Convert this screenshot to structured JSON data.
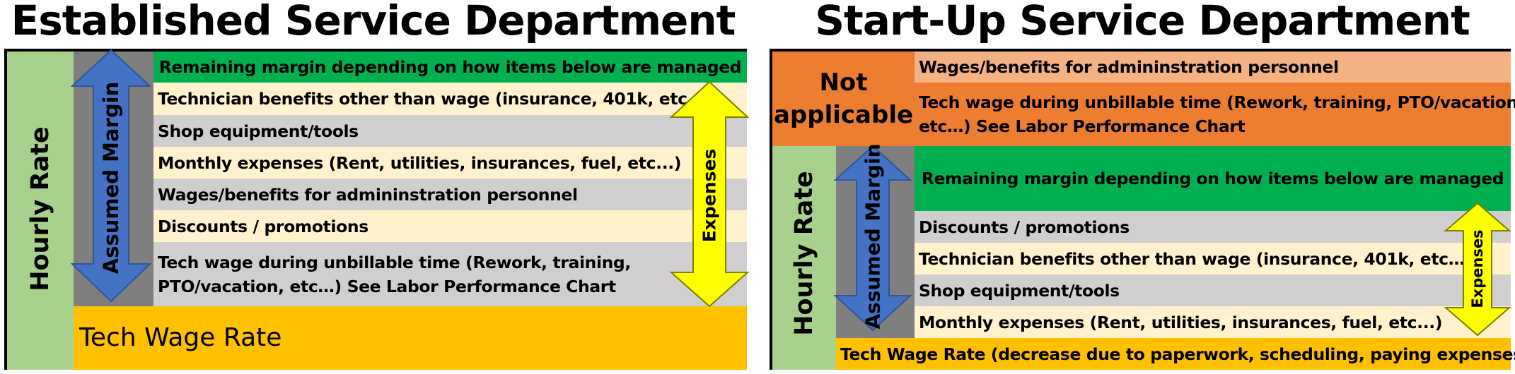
{
  "left": {
    "title": "Established Service Department",
    "hourly_rate_label": "Hourly Rate",
    "assumed_margin_label": "Assumed Margin",
    "expenses_label": "Expenses",
    "remaining_margin": "Remaining margin depending on how items below are managed",
    "rows": [
      "Technician benefits other than wage (insurance, 401k, etc…)",
      "Shop equipment/tools",
      "Monthly expenses (Rent, utilities, insurances, fuel,  etc...)",
      "Wages/benefits for admininstration personnel",
      "Discounts / promotions"
    ],
    "unbillable_line1": "Tech wage during unbillable time (Rework, training,",
    "unbillable_line2": "PTO/vacation, etc…)     See Labor Performance Chart",
    "tech_wage_rate": "Tech Wage Rate"
  },
  "right": {
    "title": "Start-Up Service Department",
    "not_applicable_line1": "Not",
    "not_applicable_line2": "applicable",
    "admin_wages": "Wages/benefits for admininstration personnel",
    "unbillable_line1": "Tech wage during unbillable time (Rework, training, PTO/vacation,",
    "unbillable_line2": "etc…)     See Labor Performance Chart",
    "hourly_rate_label": "Hourly Rate",
    "assumed_margin_label": "Assumed Margin",
    "expenses_label": "Expenses",
    "remaining_margin": "Remaining margin depending on how items below are managed",
    "rows": [
      "Discounts / promotions",
      "Technician benefits other than wage (insurance, 401k, etc…)",
      "Shop equipment/tools",
      "Monthly expenses (Rent, utilities, insurances, fuel,  etc...)"
    ],
    "tech_wage_rate": "Tech Wage Rate (decrease due to paperwork, scheduling, paying expenses)"
  },
  "colors": {
    "green_light": "#a9d18e",
    "green": "#00b050",
    "gray_dark": "#7f7f7f",
    "gray_light": "#d0cece",
    "cream": "#fff2cc",
    "gold": "#ffc000",
    "orange": "#ed7d31",
    "orange_light": "#f4b183",
    "blue_arrow": "#4472c4",
    "yellow_arrow": "#ffff00"
  }
}
